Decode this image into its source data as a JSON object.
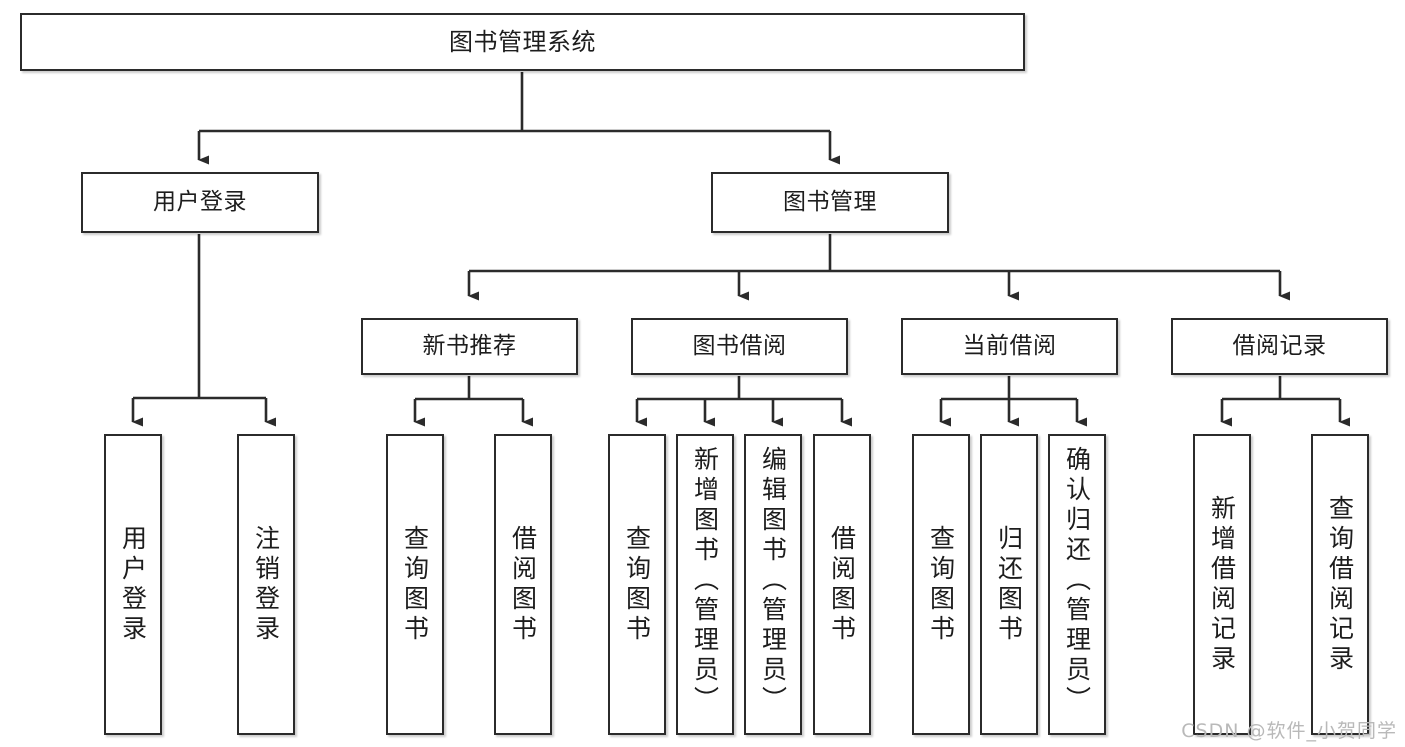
{
  "diagram": {
    "title": "图书管理系统",
    "type": "tree",
    "colors": {
      "box_border": "#2b2b2b",
      "box_fill": "#ffffff",
      "connector": "#2b2b2b",
      "text": "#1d1d1d",
      "watermark": "#b9b9b9",
      "background": "#ffffff"
    },
    "root": {
      "id": "root",
      "label": "图书管理系统"
    },
    "level2": [
      {
        "id": "user-login",
        "label": "用户登录"
      },
      {
        "id": "book-manage",
        "label": "图书管理"
      }
    ],
    "level3": [
      {
        "id": "new-book-rec",
        "label": "新书推荐",
        "parent": "book-manage"
      },
      {
        "id": "book-borrow",
        "label": "图书借阅",
        "parent": "book-manage"
      },
      {
        "id": "current-borrow",
        "label": "当前借阅",
        "parent": "book-manage"
      },
      {
        "id": "borrow-record",
        "label": "借阅记录",
        "parent": "book-manage"
      }
    ],
    "leaves": [
      {
        "id": "leaf-user-login",
        "label": "用户登录",
        "parent": "user-login"
      },
      {
        "id": "leaf-user-logout",
        "label": "注销登录",
        "parent": "user-login"
      },
      {
        "id": "leaf-query-book-1",
        "label": "查询图书",
        "parent": "new-book-rec"
      },
      {
        "id": "leaf-borrow-book-1",
        "label": "借阅图书",
        "parent": "new-book-rec"
      },
      {
        "id": "leaf-query-book-2",
        "label": "查询图书",
        "parent": "book-borrow"
      },
      {
        "id": "leaf-add-book",
        "label": "新增图书（管理员）",
        "parent": "book-borrow"
      },
      {
        "id": "leaf-edit-book",
        "label": "编辑图书（管理员）",
        "parent": "book-borrow"
      },
      {
        "id": "leaf-borrow-book-2",
        "label": "借阅图书",
        "parent": "book-borrow"
      },
      {
        "id": "leaf-query-book-3",
        "label": "查询图书",
        "parent": "current-borrow"
      },
      {
        "id": "leaf-return-book",
        "label": "归还图书",
        "parent": "current-borrow"
      },
      {
        "id": "leaf-confirm-return",
        "label": "确认归还（管理员）",
        "parent": "current-borrow"
      },
      {
        "id": "leaf-add-record",
        "label": "新增借阅记录",
        "parent": "borrow-record"
      },
      {
        "id": "leaf-query-record",
        "label": "查询借阅记录",
        "parent": "borrow-record"
      }
    ]
  },
  "watermark": {
    "text": "CSDN @软件_小贺同学"
  }
}
